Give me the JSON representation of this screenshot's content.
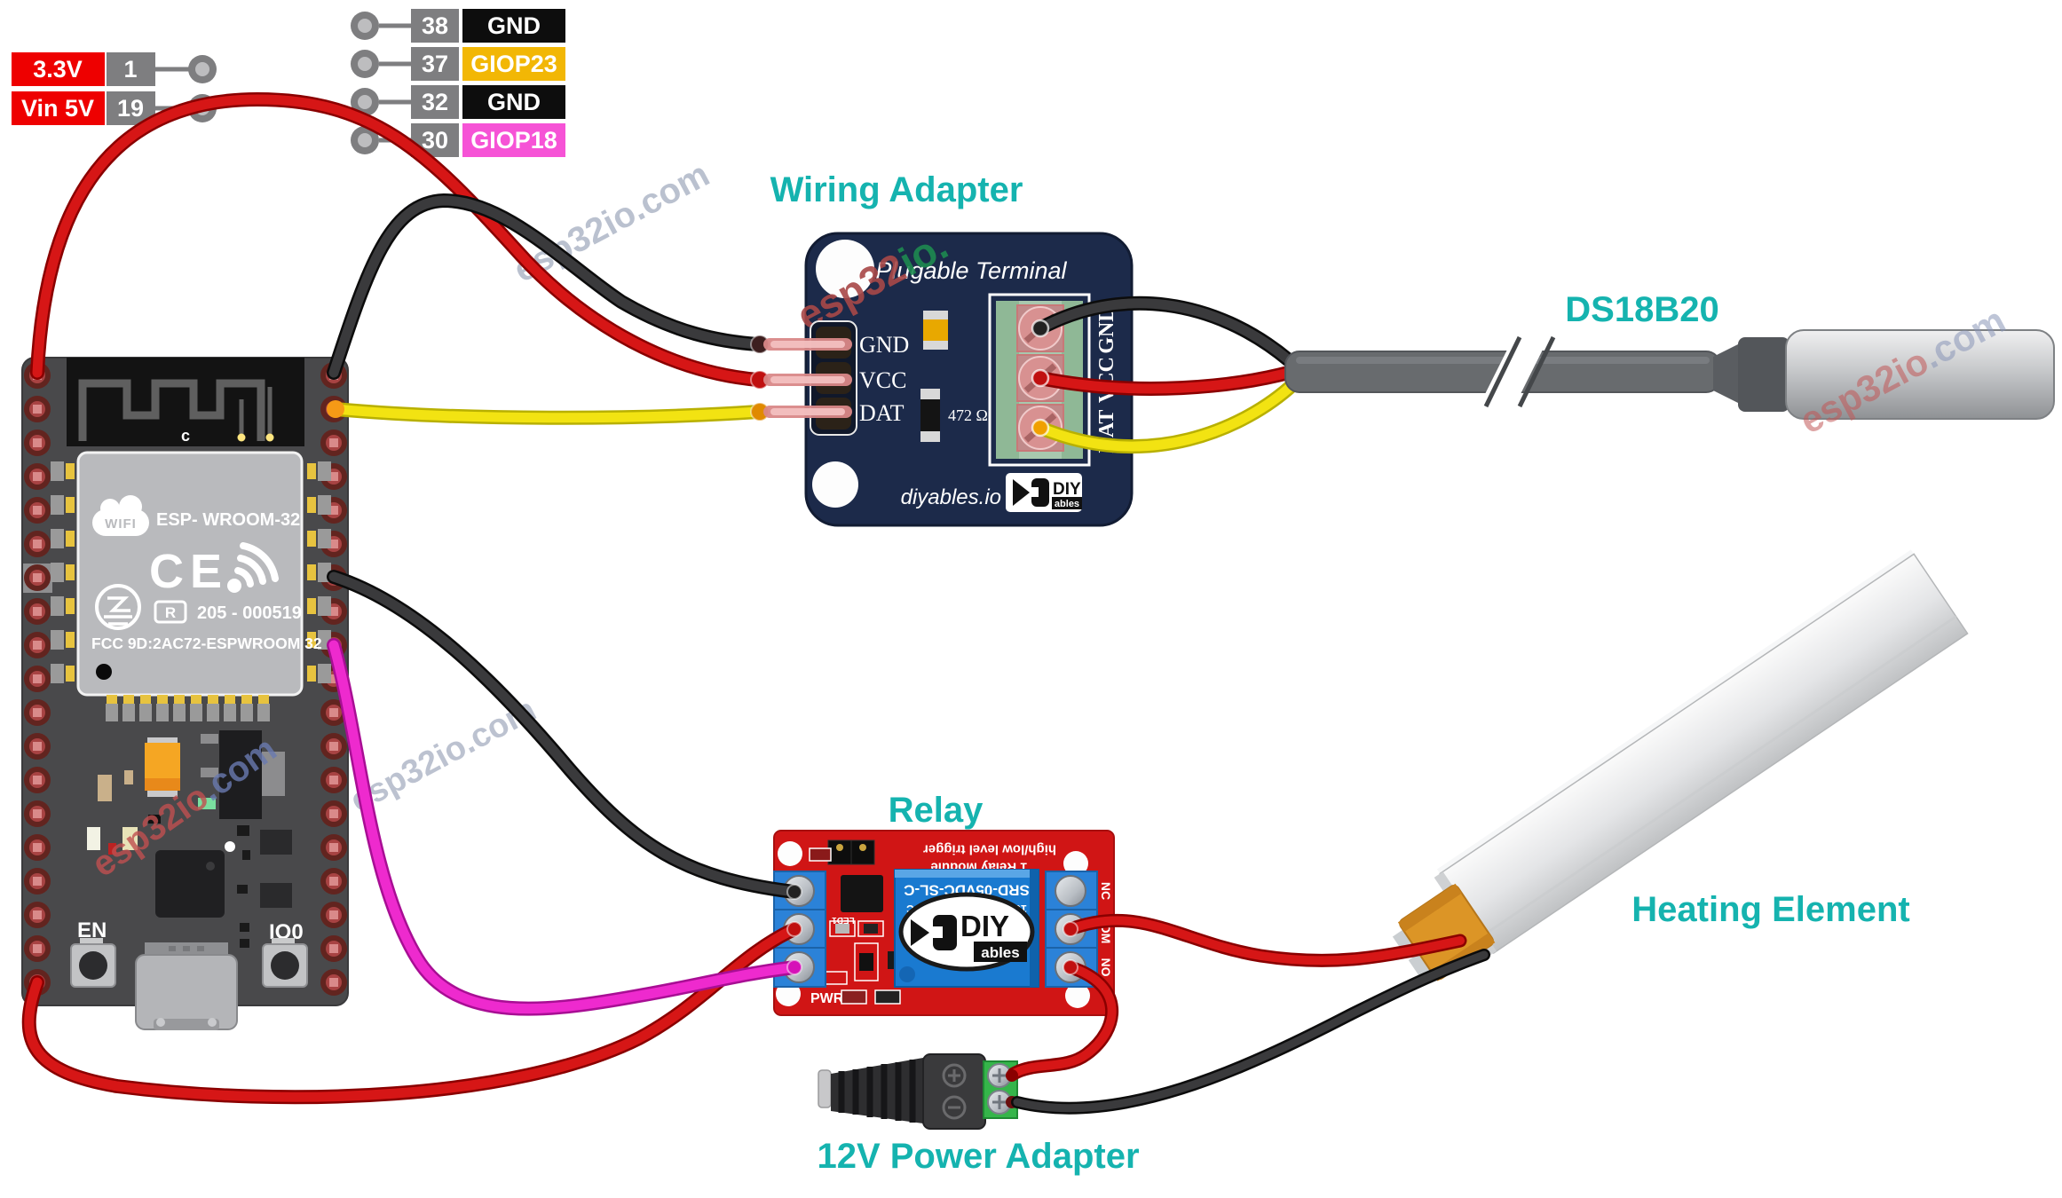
{
  "colors": {
    "caption_cyan": "#15b3af",
    "wire_red": "#d61616",
    "wire_black": "#303032",
    "wire_yellow": "#f2e312",
    "wire_magenta": "#ee2ace",
    "adapter_pcb_navy": "#1c2a4a",
    "relay_pcb_red": "#d01515",
    "gnd_black": "#0d0d0d",
    "giop23_yellow": "#f2b705",
    "giop18_magenta": "#f653d6",
    "label_red": "#ee0000"
  },
  "legend": {
    "left_rows": [
      {
        "label": "3.3V",
        "pin": "1"
      },
      {
        "label": "Vin 5V",
        "pin": "19"
      }
    ],
    "top_rows": [
      {
        "pin": "38",
        "label": "GND",
        "color": "#0d0d0d"
      },
      {
        "pin": "37",
        "label": "GIOP23",
        "color": "#f2b705"
      },
      {
        "pin": "32",
        "label": "GND",
        "color": "#0d0d0d"
      },
      {
        "pin": "30",
        "label": "GIOP18",
        "color": "#f653d6"
      }
    ]
  },
  "esp32": {
    "antenna_label": "c",
    "wifi_text": "WIFI",
    "module_name": "ESP- WROOM-32",
    "ce_mark": "CE",
    "r_mark": "R",
    "cert_number": "205 - 000519",
    "fcc_id": "FCC 9D:2AC72-ESPWROOM 32",
    "button_en": "EN",
    "button_io0": "IO0"
  },
  "adapter": {
    "label": "Wiring Adapter",
    "title": "Plugable Terminal",
    "pin_gnd": "GND",
    "pin_vcc": "VCC",
    "pin_dat": "DAT",
    "resistor_value": "472 Ω",
    "terminal_gnd": "GND",
    "terminal_vcc": "VCC",
    "terminal_dat": "DAT",
    "brand": "diyables.io",
    "logo_top": "DIY",
    "logo_bottom": "ables"
  },
  "sensor": {
    "label": "DS18B20"
  },
  "relay": {
    "label": "Relay",
    "module_line1": "1 Relay Module",
    "module_line2": "high/low level trigger",
    "relay_model": "SRD-05VDC-SL-C",
    "relay_rating1": "10A 30VDC 10A 28VDC",
    "relay_rating2": "10A 250VAC 125VAC",
    "terminal_nc": "NC",
    "terminal_com": "COM",
    "terminal_no": "NO",
    "pwr_label": "PWR",
    "led_label": "LED1",
    "logo_top": "DIY",
    "logo_bottom": "ables"
  },
  "heater": {
    "label": "Heating Element"
  },
  "power": {
    "label": "12V Power Adapter"
  },
  "watermarks": {
    "site": "esp32io.com",
    "part1": "esp32io",
    "part2": ".com",
    "green_part1": "esp32",
    "green_part2": "io."
  }
}
